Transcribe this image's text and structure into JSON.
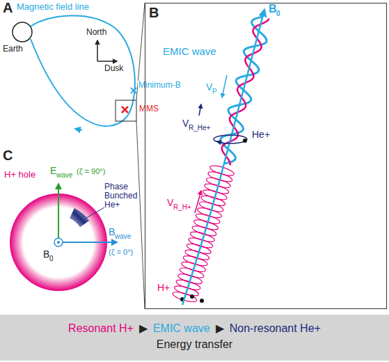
{
  "diagram": {
    "nodes": [
      {
        "text": [
          "B"
        ]
      },
      {
        "text": [
          "Resonant H+",
          "▶",
          "EMIC wave",
          "▶",
          "Non-resonant He+",
          "Energy transfer"
        ]
      }
    ],
    "labels": [
      "A",
      "Magnetic field line",
      "North",
      "Dusk",
      "Earth",
      "Minimum-B",
      "MMS",
      "C",
      "H+ hole",
      "E",
      "wave",
      "(ζ = 90°)",
      "Phase Bunched He+",
      "B",
      "0",
      "B",
      "wave",
      "(ζ = 0°)",
      "B",
      "0",
      "EMIC wave",
      "V",
      "P",
      "V",
      "R_He+",
      "He+",
      "V",
      "R_H+",
      "H+"
    ]
  }
}
